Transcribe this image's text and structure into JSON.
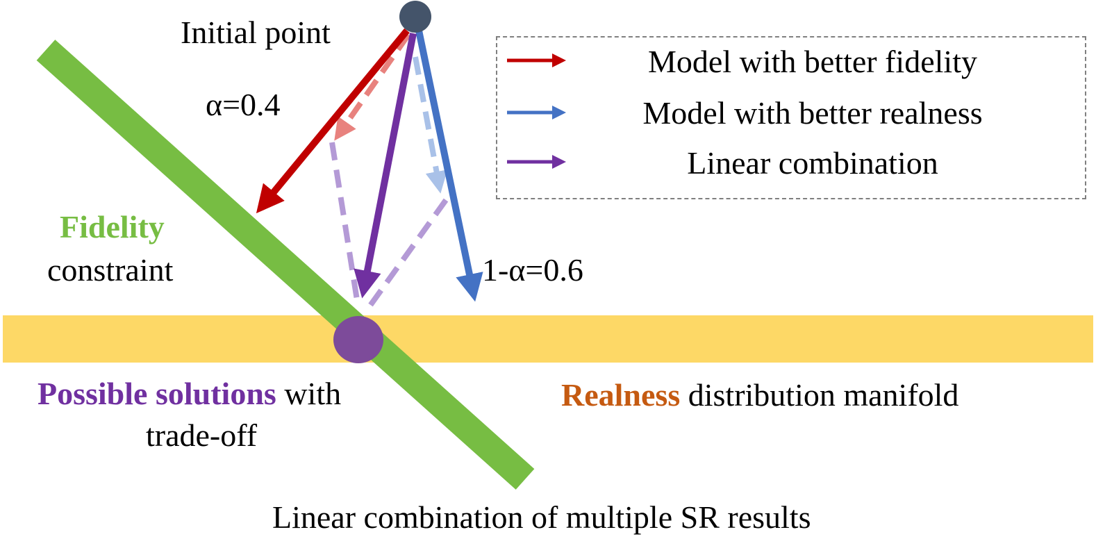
{
  "labels": {
    "initial_point": "Initial point",
    "alpha": "α=0.4",
    "one_minus_alpha": "1-α=0.6",
    "fidelity": "Fidelity",
    "constraint": "constraint",
    "possible_solutions": "Possible solutions",
    "with": " with",
    "trade_off": "trade-off",
    "realness": "Realness",
    "manifold": " distribution manifold",
    "caption": "Linear combination of multiple SR results"
  },
  "legend": {
    "items": [
      {
        "label": "Model with better fidelity",
        "color": "#c00000"
      },
      {
        "label": "Model with better realness",
        "color": "#4472c4"
      },
      {
        "label": "Linear combination",
        "color": "#7030a0"
      }
    ]
  },
  "colors": {
    "fidelity_band": "#77bd43",
    "realness_band": "#fdd866",
    "fidelity_arrow": "#c00000",
    "fidelity_arrow_faded": "#e8827e",
    "realness_arrow": "#4472c4",
    "realness_arrow_faded": "#a9c1e8",
    "combination_arrow": "#7030a0",
    "combination_dashed": "#b49ad6",
    "initial_point": "#44546a",
    "solution_point": "#7d4b9a",
    "fidelity_text": "#77bd43",
    "solutions_text": "#7030a0",
    "realness_text": "#c55a11",
    "legend_border": "#7f7f7f"
  }
}
